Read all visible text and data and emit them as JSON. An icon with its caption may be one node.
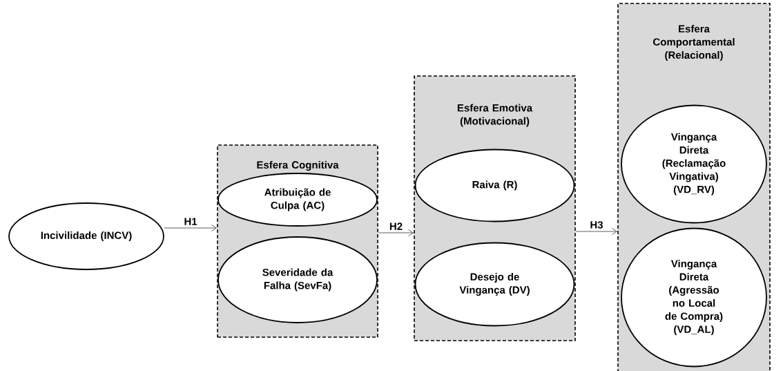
{
  "diagram": {
    "nodes": [
      {
        "text": [
          "Incivilidade (INCV)"
        ]
      },
      {
        "text": [
          "Esfera Cognitiva"
        ]
      },
      {
        "text": [
          "Atribuição de Culpa (AC)"
        ],
        "in": 1
      },
      {
        "text": [
          "Severidade da Falha (SevFa)"
        ],
        "in": 1
      },
      {
        "text": [
          "Esfera Emotiva (Motivacional)"
        ]
      },
      {
        "text": [
          "Raiva (R)"
        ],
        "in": 4
      },
      {
        "text": [
          "Desejo de Vingança (DV)"
        ],
        "in": 4
      },
      {
        "text": [
          "Esfera Comportamental (Relacional)"
        ]
      },
      {
        "text": [
          "Vingança Direta (Reclamação Vingativa) (VD_RV)"
        ],
        "in": 7
      },
      {
        "text": [
          "Vingança Direta (Agressão no Local de Compra) (VD_AL)"
        ],
        "in": 7
      }
    ],
    "edges": [
      {
        "from": 0,
        "to": 1,
        "arrow": "to",
        "label": "H1"
      },
      {
        "from": 1,
        "to": 4,
        "arrow": "to",
        "label": "H2"
      },
      {
        "from": 4,
        "to": 7,
        "arrow": "to",
        "label": "H3"
      }
    ]
  }
}
